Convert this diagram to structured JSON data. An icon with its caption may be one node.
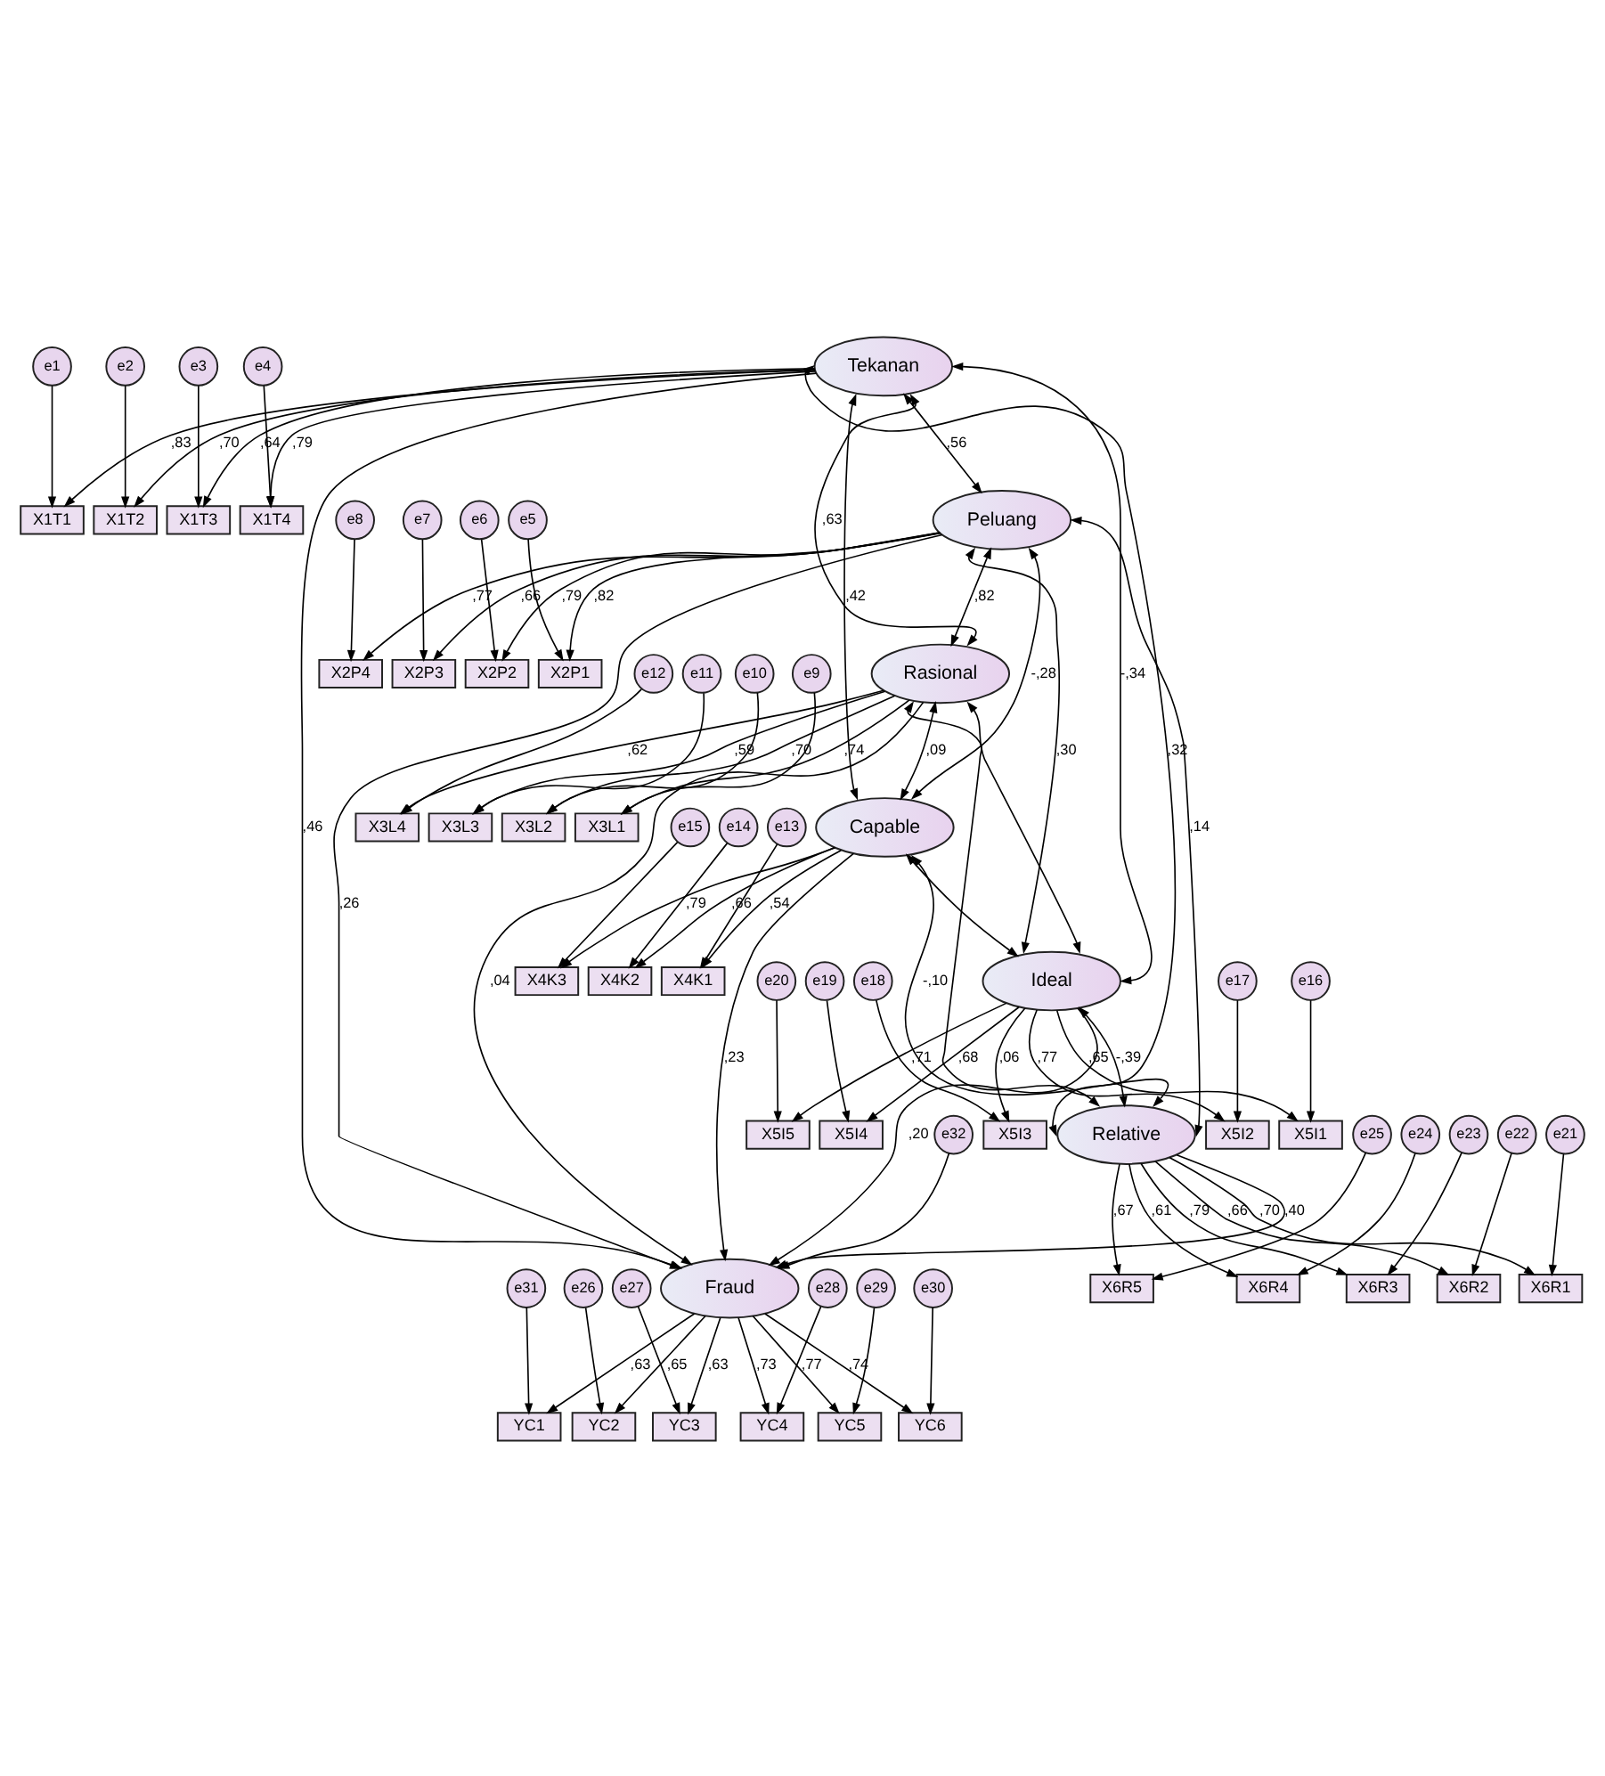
{
  "diagram": {
    "nodes": [
      {
        "text": [
          "e1"
        ]
      },
      {
        "text": [
          "e2"
        ]
      },
      {
        "text": [
          "e3"
        ]
      },
      {
        "text": [
          "e4"
        ]
      },
      {
        "text": [
          "X1T1"
        ]
      },
      {
        "text": [
          "X1T2"
        ]
      },
      {
        "text": [
          "X1T3"
        ]
      },
      {
        "text": [
          "X1T4"
        ]
      },
      {
        "text": [
          "Tekanan"
        ]
      },
      {
        "text": [
          "e8"
        ]
      },
      {
        "text": [
          "X2P4"
        ]
      },
      {
        "text": [
          "e7"
        ]
      },
      {
        "text": [
          "X2P3"
        ]
      },
      {
        "text": [
          "e6"
        ]
      },
      {
        "text": [
          "X2P2"
        ]
      },
      {
        "text": [
          "e5"
        ]
      },
      {
        "text": [
          "X2P1"
        ]
      },
      {
        "text": [
          "Peluang"
        ]
      },
      {
        "text": [
          "e12"
        ]
      },
      {
        "text": [
          "X3L4"
        ]
      },
      {
        "text": [
          "e11"
        ]
      },
      {
        "text": [
          "X3L3"
        ]
      },
      {
        "text": [
          "e10"
        ]
      },
      {
        "text": [
          "X3L2"
        ]
      },
      {
        "text": [
          "e9"
        ]
      },
      {
        "text": [
          "X3L1"
        ]
      },
      {
        "text": [
          "Rasional"
        ]
      },
      {
        "text": [
          "e32"
        ]
      },
      {
        "text": [
          "YC1"
        ]
      },
      {
        "text": [
          "e31"
        ]
      },
      {
        "text": [
          "YC2"
        ]
      },
      {
        "text": [
          "e26"
        ]
      },
      {
        "text": [
          "YC3"
        ]
      },
      {
        "text": [
          "e27"
        ]
      },
      {
        "text": [
          "YC4"
        ]
      },
      {
        "text": [
          "e28"
        ]
      },
      {
        "text": [
          "Fraud"
        ]
      },
      {
        "text": [
          "YC5"
        ]
      },
      {
        "text": [
          "e29"
        ]
      },
      {
        "text": [
          "YC6"
        ]
      },
      {
        "text": [
          "e30"
        ]
      },
      {
        "text": [
          "e15"
        ]
      },
      {
        "text": [
          "X4K3"
        ]
      },
      {
        "text": [
          "e14"
        ]
      },
      {
        "text": [
          "X4K2"
        ]
      },
      {
        "text": [
          "e13"
        ]
      },
      {
        "text": [
          "X4K1"
        ]
      },
      {
        "text": [
          "Capable"
        ]
      },
      {
        "text": [
          "e20"
        ]
      },
      {
        "text": [
          "X5I5"
        ]
      },
      {
        "text": [
          "e19"
        ]
      },
      {
        "text": [
          "X5I4"
        ]
      },
      {
        "text": [
          "e18"
        ]
      },
      {
        "text": [
          "X5I3"
        ]
      },
      {
        "text": [
          "e17"
        ]
      },
      {
        "text": [
          "X5I2"
        ]
      },
      {
        "text": [
          "e16"
        ]
      },
      {
        "text": [
          "X5I1"
        ]
      },
      {
        "text": [
          "Ideal"
        ]
      },
      {
        "text": [
          "Relative"
        ]
      },
      {
        "text": [
          "X6R5"
        ]
      },
      {
        "text": [
          "X6R4"
        ]
      },
      {
        "text": [
          "X6R3"
        ]
      },
      {
        "text": [
          "X6R2"
        ]
      },
      {
        "text": [
          "X6R1"
        ]
      },
      {
        "text": [
          "e25"
        ]
      },
      {
        "text": [
          "e24"
        ]
      },
      {
        "text": [
          "e23"
        ]
      },
      {
        "text": [
          "e22"
        ]
      },
      {
        "text": [
          "e21"
        ]
      }
    ],
    "edges": [
      {
        "from": 0,
        "to": 4,
        "arrow": "to"
      },
      {
        "from": 1,
        "to": 5,
        "arrow": "to"
      },
      {
        "from": 2,
        "to": 6,
        "arrow": "to"
      },
      {
        "from": 3,
        "to": 7,
        "arrow": "to"
      },
      {
        "from": 8,
        "to": 4,
        "arrow": "to",
        "label": ",83"
      },
      {
        "from": 8,
        "to": 5,
        "arrow": "to",
        "label": ",70"
      },
      {
        "from": 8,
        "to": 6,
        "arrow": "to",
        "label": ",64"
      },
      {
        "from": 8,
        "to": 7,
        "arrow": "to",
        "label": ",79"
      },
      {
        "from": 9,
        "to": 10,
        "arrow": "to"
      },
      {
        "from": 11,
        "to": 12,
        "arrow": "to"
      },
      {
        "from": 13,
        "to": 14,
        "arrow": "to"
      },
      {
        "from": 15,
        "to": 16,
        "arrow": "to"
      },
      {
        "from": 17,
        "to": 10,
        "arrow": "to",
        "label": ",77"
      },
      {
        "from": 17,
        "to": 12,
        "arrow": "to",
        "label": ",66"
      },
      {
        "from": 17,
        "to": 14,
        "arrow": "to",
        "label": ",79"
      },
      {
        "from": 17,
        "to": 16,
        "arrow": "to",
        "label": ",82"
      },
      {
        "from": 18,
        "to": 19,
        "arrow": "to"
      },
      {
        "from": 20,
        "to": 21,
        "arrow": "to"
      },
      {
        "from": 22,
        "to": 23,
        "arrow": "to"
      },
      {
        "from": 24,
        "to": 25,
        "arrow": "to"
      },
      {
        "from": 26,
        "to": 19,
        "arrow": "to",
        "label": ",62"
      },
      {
        "from": 26,
        "to": 21,
        "arrow": "to",
        "label": ",59"
      },
      {
        "from": 26,
        "to": 23,
        "arrow": "to",
        "label": ",70"
      },
      {
        "from": 26,
        "to": 25,
        "arrow": "to",
        "label": ",74"
      },
      {
        "from": 27,
        "to": 36,
        "arrow": "to"
      },
      {
        "from": 36,
        "to": 28,
        "arrow": "to",
        "label": ",63"
      },
      {
        "from": 36,
        "to": 30,
        "arrow": "to",
        "label": ",65"
      },
      {
        "from": 36,
        "to": 32,
        "arrow": "to",
        "label": ",63"
      },
      {
        "from": 36,
        "to": 34,
        "arrow": "to",
        "label": ",73"
      },
      {
        "from": 36,
        "to": 37,
        "arrow": "to",
        "label": ",77"
      },
      {
        "from": 36,
        "to": 39,
        "arrow": "to",
        "label": ",74"
      },
      {
        "from": 29,
        "to": 28,
        "arrow": "to"
      },
      {
        "from": 31,
        "to": 30,
        "arrow": "to"
      },
      {
        "from": 33,
        "to": 32,
        "arrow": "to"
      },
      {
        "from": 35,
        "to": 34,
        "arrow": "to"
      },
      {
        "from": 38,
        "to": 37,
        "arrow": "to"
      },
      {
        "from": 40,
        "to": 39,
        "arrow": "to"
      },
      {
        "from": 41,
        "to": 42,
        "arrow": "to"
      },
      {
        "from": 43,
        "to": 44,
        "arrow": "to"
      },
      {
        "from": 45,
        "to": 46,
        "arrow": "to"
      },
      {
        "from": 47,
        "to": 42,
        "arrow": "to",
        "label": ",79"
      },
      {
        "from": 47,
        "to": 44,
        "arrow": "to",
        "label": ",66"
      },
      {
        "from": 47,
        "to": 46,
        "arrow": "to",
        "label": ",54"
      },
      {
        "from": 48,
        "to": 49,
        "arrow": "to"
      },
      {
        "from": 50,
        "to": 51,
        "arrow": "to"
      },
      {
        "from": 52,
        "to": 53,
        "arrow": "to"
      },
      {
        "from": 54,
        "to": 55,
        "arrow": "to"
      },
      {
        "from": 56,
        "to": 57,
        "arrow": "to"
      },
      {
        "from": 58,
        "to": 49,
        "arrow": "to",
        "label": ",71"
      },
      {
        "from": 58,
        "to": 51,
        "arrow": "to",
        "label": ",68"
      },
      {
        "from": 58,
        "to": 53,
        "arrow": "to",
        "label": ",06"
      },
      {
        "from": 58,
        "to": 55,
        "arrow": "to",
        "label": ",77"
      },
      {
        "from": 58,
        "to": 57,
        "arrow": "to",
        "label": ",65"
      },
      {
        "from": 59,
        "to": 60,
        "arrow": "to",
        "label": ",67"
      },
      {
        "from": 59,
        "to": 61,
        "arrow": "to",
        "label": ",61"
      },
      {
        "from": 59,
        "to": 62,
        "arrow": "to",
        "label": ",79"
      },
      {
        "from": 59,
        "to": 63,
        "arrow": "to",
        "label": ",66"
      },
      {
        "from": 59,
        "to": 64,
        "arrow": "to",
        "label": ",70"
      },
      {
        "from": 65,
        "to": 60,
        "arrow": "to"
      },
      {
        "from": 66,
        "to": 61,
        "arrow": "to"
      },
      {
        "from": 67,
        "to": 62,
        "arrow": "to"
      },
      {
        "from": 68,
        "to": 63,
        "arrow": "to"
      },
      {
        "from": 69,
        "to": 64,
        "arrow": "to"
      },
      {
        "from": 8,
        "to": 36,
        "arrow": "to",
        "label": ",46"
      },
      {
        "from": 17,
        "to": 36,
        "arrow": "to",
        "label": ",26"
      },
      {
        "from": 26,
        "to": 36,
        "arrow": "to",
        "label": ",04"
      },
      {
        "from": 47,
        "to": 36,
        "arrow": "to",
        "label": ",23"
      },
      {
        "from": 58,
        "to": 36,
        "arrow": "to",
        "label": ",20"
      },
      {
        "from": 59,
        "to": 36,
        "arrow": "to",
        "label": ",40"
      },
      {
        "from": 8,
        "to": 17,
        "arrow": "both",
        "label": ",56"
      },
      {
        "from": 8,
        "to": 26,
        "arrow": "both",
        "label": ",63"
      },
      {
        "from": 8,
        "to": 47,
        "arrow": "both",
        "label": ",42"
      },
      {
        "from": 8,
        "to": 58,
        "arrow": "both",
        "label": "-,34"
      },
      {
        "from": 8,
        "to": 59,
        "arrow": "both",
        "label": ",32"
      },
      {
        "from": 17,
        "to": 26,
        "arrow": "both",
        "label": ",82"
      },
      {
        "from": 17,
        "to": 47,
        "arrow": "both",
        "label": "-,28"
      },
      {
        "from": 17,
        "to": 58,
        "arrow": "both",
        "label": ",30"
      },
      {
        "from": 17,
        "to": 59,
        "arrow": "both",
        "label": ",14"
      },
      {
        "from": 26,
        "to": 47,
        "arrow": "both",
        "label": ",09"
      },
      {
        "from": 26,
        "to": 58,
        "arrow": "both"
      },
      {
        "from": 26,
        "to": 59,
        "arrow": "both"
      },
      {
        "from": 47,
        "to": 58,
        "arrow": "both"
      },
      {
        "from": 47,
        "to": 59,
        "arrow": "both",
        "label": "-,10"
      },
      {
        "from": 58,
        "to": 59,
        "arrow": "both",
        "label": "-,39"
      }
    ]
  }
}
